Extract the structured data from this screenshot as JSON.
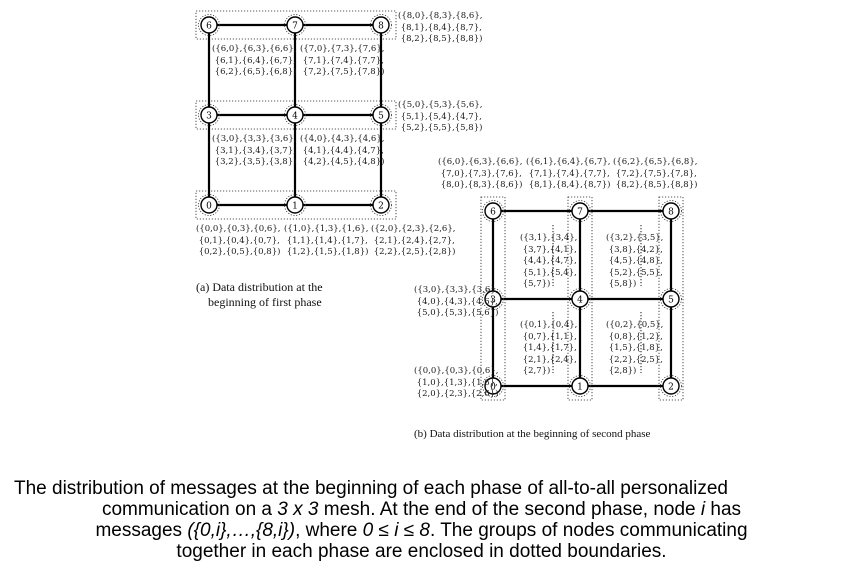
{
  "panel_a": {
    "caption": "(a) Data distribution at the\n    beginning of first phase",
    "nodes": [
      {
        "id": "6",
        "label": "6"
      },
      {
        "id": "7",
        "label": "7"
      },
      {
        "id": "8",
        "label": "8"
      },
      {
        "id": "3",
        "label": "3"
      },
      {
        "id": "4",
        "label": "4"
      },
      {
        "id": "5",
        "label": "5"
      },
      {
        "id": "0",
        "label": "0"
      },
      {
        "id": "1",
        "label": "1"
      },
      {
        "id": "2",
        "label": "2"
      }
    ],
    "message_groups": [
      {
        "node": "8",
        "text": "({8,0},{8,3},{8,6},\n {8,1},{8,4},{8,7},\n {8,2},{8,5},{8,8})"
      },
      {
        "node": "6",
        "text": "({6,0},{6,3},{6,6},\n {6,1},{6,4},{6,7},\n {6,2},{6,5},{6,8})"
      },
      {
        "node": "7",
        "text": "({7,0},{7,3},{7,6},\n {7,1},{7,4},{7,7},\n {7,2},{7,5},{7,8})"
      },
      {
        "node": "5",
        "text": "({5,0},{5,3},{5,6},\n {5,1},{5,4},{4,7},\n {5,2},{5,5},{5,8})"
      },
      {
        "node": "3",
        "text": "({3,0},{3,3},{3,6},\n {3,1},{3,4},{3,7},\n {3,2},{3,5},{3,8})"
      },
      {
        "node": "4",
        "text": "({4,0},{4,3},{4,6},\n {4,1},{4,4},{4,7},\n {4,2},{4,5},{4,8})"
      },
      {
        "node": "0",
        "text": "({0,0},{0,3},{0,6},\n {0,1},{0,4},{0,7},\n {0,2},{0,5},{0,8})"
      },
      {
        "node": "1",
        "text": "({1,0},{1,3},{1,6},\n {1,1},{1,4},{1,7},\n {1,2},{1,5},{1,8})"
      },
      {
        "node": "2",
        "text": "({2,0},{2,3},{2,6},\n {2,1},{2,4},{2,7},\n {2,2},{2,5},{2,8})"
      }
    ]
  },
  "panel_b": {
    "caption": "(b) Data distribution at the beginning of second phase",
    "nodes": [
      {
        "id": "6",
        "label": "6"
      },
      {
        "id": "7",
        "label": "7"
      },
      {
        "id": "8",
        "label": "8"
      },
      {
        "id": "3",
        "label": "3"
      },
      {
        "id": "4",
        "label": "4"
      },
      {
        "id": "5",
        "label": "5"
      },
      {
        "id": "0",
        "label": "0"
      },
      {
        "id": "1",
        "label": "1"
      },
      {
        "id": "2",
        "label": "2"
      }
    ],
    "message_groups": [
      {
        "node": "6",
        "text": "({6,0},{6,3},{6,6},\n {7,0},{7,3},{7,6},\n {8,0},{8,3},{8,6})"
      },
      {
        "node": "7",
        "text": "({6,1},{6,4},{6,7},\n {7,1},{7,4},{7,7},\n {8,1},{8,4},{8,7})"
      },
      {
        "node": "8",
        "text": "({6,2},{6,5},{6,8},\n {7,2},{7,5},{7,8},\n {8,2},{8,5},{8,8})"
      },
      {
        "node": "4",
        "text": "({3,1},{3,4},\n {3,7},{4,1},\n {4,4},{4,7},\n {5,1},{5,4},\n {5,7})"
      },
      {
        "node": "5",
        "text": "({3,2},{3,5},\n {3,8},{4,2},\n {4,5},{4,8},\n {5,2},{5,5},\n {5,8})"
      },
      {
        "node": "3",
        "text": "({3,0},{3,3},{3,6},\n {4,0},{4,3},{4,6},\n {5,0},{5,3},{5,6})"
      },
      {
        "node": "1",
        "text": "({0,1},{0,4},\n {0,7},{1,1},\n {1,4},{1,7},\n {2,1},{2,4},\n {2,7})"
      },
      {
        "node": "2",
        "text": "({0,2},{0,5},\n {0,8},{1,2},\n {1,5},{1,8},\n {2,2},{2,5},\n {2,8})"
      },
      {
        "node": "0",
        "text": "({0,0},{0,3},{0,6},\n {1,0},{1,3},{1,6},\n {2,0},{2,3},{2,6})"
      }
    ]
  },
  "caption": {
    "line1": "The distribution of messages at the beginning of each phase of all-to-all personalized",
    "line2_pre": "communication on a ",
    "line2_em": "3 x 3",
    "line2_post": " mesh. At the end of the second phase, node ",
    "line2_em2": "i",
    "line2_post2": " has",
    "line3_pre": "messages ",
    "line3_em": "({0,i},…,{8,i})",
    "line3_mid": ", where ",
    "line3_em2": "0 ≤ i ≤ 8",
    "line3_post": ". The groups of nodes communicating",
    "line4": "together in each phase are enclosed in dotted boundaries."
  }
}
